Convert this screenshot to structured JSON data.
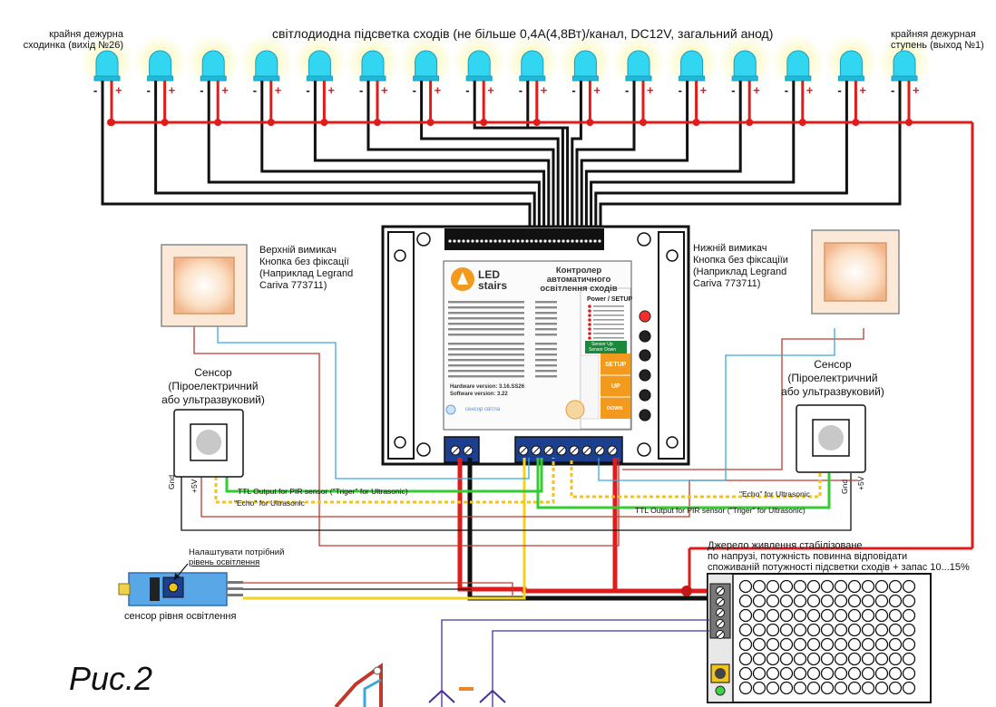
{
  "header": {
    "title": "світлодиодна підсветка сходів (не більше 0,4А(4,8Вт)/канал, DC12V, загальний анод)",
    "left_label_line1": "крайня дежурна",
    "left_label_line2": "сходинка (вихід №26)",
    "right_label_line1": "крайняя дежурная",
    "right_label_line2": "ступень (выход №1)"
  },
  "leds": {
    "count": 16,
    "color": "#33d6f0",
    "glow": "#f6f29a",
    "minus": "-",
    "plus": "+"
  },
  "top_switch": {
    "line1": "Верхній вимикач",
    "line2": "Кнопка без фіксації",
    "line3": "(Наприклад Legrand",
    "line4": "Cariva 773711)"
  },
  "bottom_switch": {
    "line1": "Нижній вимикач",
    "line2": "Кнопка без фіксаціїи",
    "line3": "(Наприклад Legrand",
    "line4": "Cariva 773711)"
  },
  "left_sensor": {
    "line1": "Сенсор",
    "line2": "(Піроелектричний",
    "line3": "або ультразвуковий)",
    "pin_gnd": "Gnd",
    "pin_5v": "+5V"
  },
  "right_sensor": {
    "line1": "Сенсор",
    "line2": "(Піроелектричний",
    "line3": "або ультразвуковий)",
    "pin_gnd": "Gnd",
    "pin_5v": "+5V"
  },
  "signals": {
    "ttl_left": "TTL Output for PIR sensor (\"Triger\" for Ultrasonic)",
    "echo_left": "\"Echo\" for Ultrasonic",
    "echo_right": "\"Echo\" for Ultrasonic",
    "ttl_right": "TTL Output for PIR sensor (\"Triger\" for Ultrasonic)"
  },
  "controller": {
    "brand_line1": "LED",
    "brand_line2": "stairs",
    "title_line1": "Контролер",
    "title_line2": "автоматичного",
    "title_line3": "освітлення сходів",
    "power_setup": "Power / SETUP",
    "sensor_up": "Sensor Up",
    "sensor_down": "Sensor Down",
    "btn_setup": "SETUP",
    "btn_up": "UP",
    "btn_down": "DOWN",
    "hardware": "Hardware version: 3.16.SS26",
    "software": "Software version: 3.22",
    "footer": "сенсор світла"
  },
  "power_supply": {
    "line1": "Джерело живлення стабілізоване",
    "line2": "по напрузі, потужність повинна відповідати",
    "line3": "споживаній потужності підсветки сходів + запас 10...15%"
  },
  "light_sensor": {
    "adjust_line1": "Налаштувати потрібний",
    "adjust_line2": "рівень освітлення",
    "label": "сенсор рівня освітлення"
  },
  "figure": {
    "label": "Рис.2"
  }
}
